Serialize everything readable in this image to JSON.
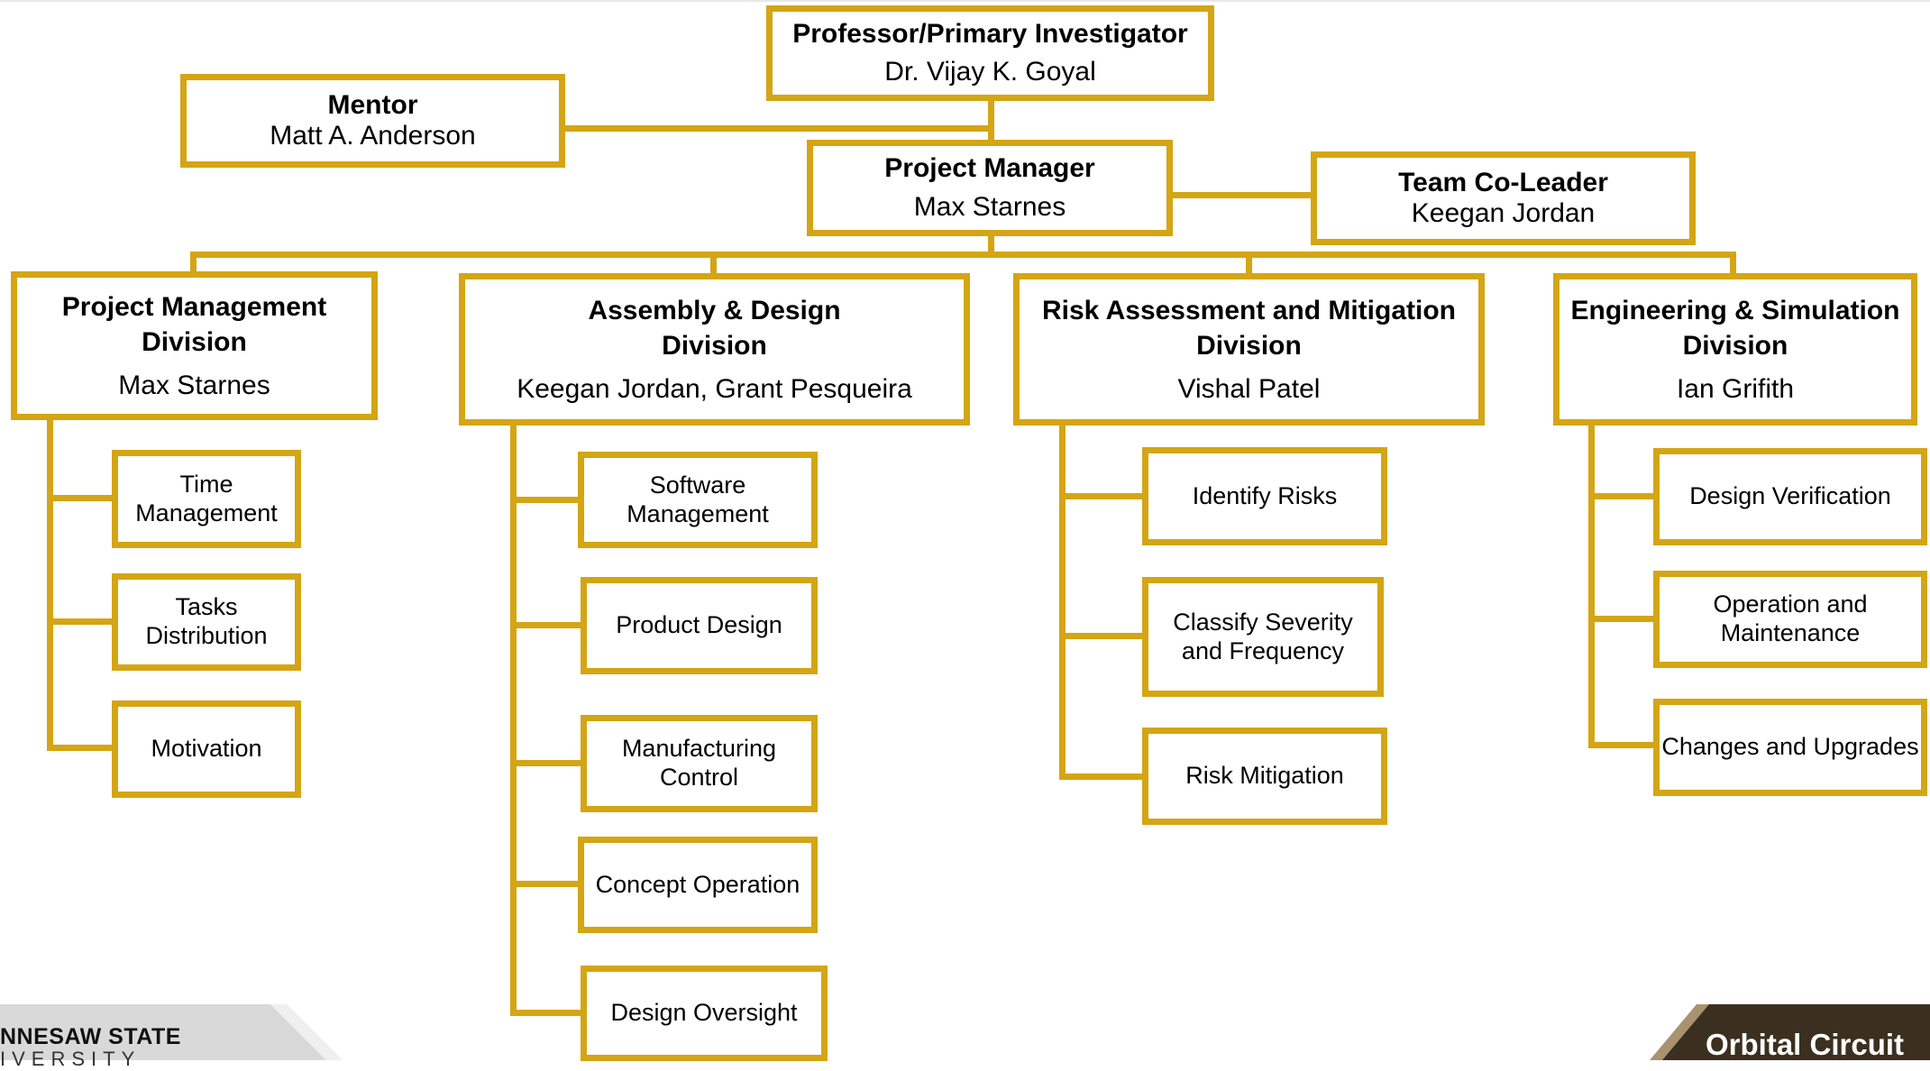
{
  "top": {
    "title": "Professor/Primary Investigator",
    "name": "Dr. Vijay K. Goyal"
  },
  "mentor": {
    "title": "Mentor",
    "name": "Matt A. Anderson"
  },
  "manager": {
    "title": "Project Manager",
    "name": "Max Starnes"
  },
  "coleader": {
    "title": "Team Co-Leader",
    "name": "Keegan Jordan"
  },
  "divisions": [
    {
      "title": "Project Management\nDivision",
      "lead": "Max Starnes",
      "tasks": [
        "Time\nManagement",
        "Tasks\nDistribution",
        "Motivation"
      ]
    },
    {
      "title": "Assembly & Design\nDivision",
      "lead": "Keegan Jordan, Grant Pesqueira",
      "tasks": [
        "Software\nManagement",
        "Product Design",
        "Manufacturing\nControl",
        "Concept Operation",
        "Design Oversight"
      ]
    },
    {
      "title": "Risk Assessment and Mitigation\nDivision",
      "lead": "Vishal Patel",
      "tasks": [
        "Identify Risks",
        "Classify Severity\nand Frequency",
        "Risk Mitigation"
      ]
    },
    {
      "title": "Engineering & Simulation\nDivision",
      "lead": "Ian Grifith",
      "tasks": [
        "Design Verification",
        "Operation and\nMaintenance",
        "Changes and Upgrades"
      ]
    }
  ],
  "footer": {
    "university_top": "NNESAW STATE",
    "university_bottom": "IVERSITY",
    "brand": "Orbital Circuit"
  },
  "colors": {
    "accent": "#d4a514",
    "footer_gray": "#d9d9d9",
    "footer_dark": "#3b2f1f"
  }
}
